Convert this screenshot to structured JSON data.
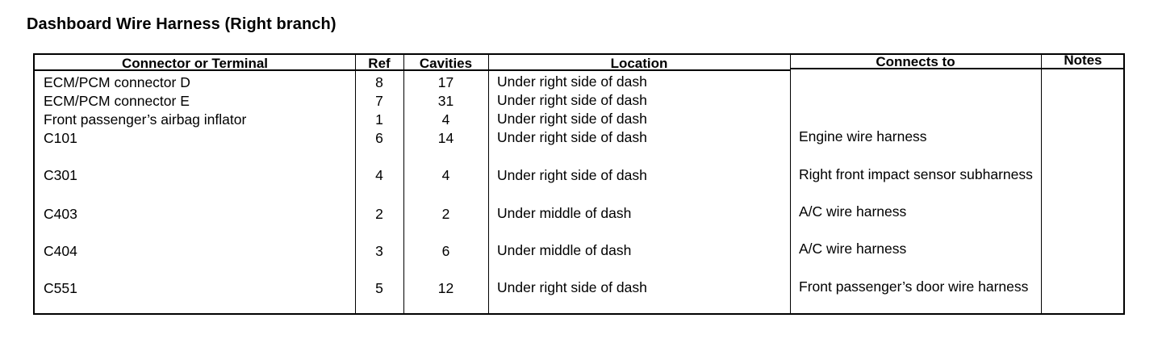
{
  "title": "Dashboard Wire Harness (Right branch)",
  "columns": {
    "connector": "Connector or Terminal",
    "ref": "Ref",
    "cavities": "Cavities",
    "location": "Location",
    "connects_to": "Connects to",
    "notes": "Notes"
  },
  "rows": [
    {
      "connector": "ECM/PCM connector D",
      "ref": "8",
      "cavities": "17",
      "location": "Under right side of dash",
      "connects_to": "",
      "notes": ""
    },
    {
      "connector": "ECM/PCM connector E",
      "ref": "7",
      "cavities": "31",
      "location": "Under right side of dash",
      "connects_to": "",
      "notes": ""
    },
    {
      "connector": "Front passenger’s airbag inflator",
      "ref": "1",
      "cavities": "4",
      "location": "Under right side of dash",
      "connects_to": "",
      "notes": ""
    },
    {
      "connector": "C101",
      "ref": "6",
      "cavities": "14",
      "location": "Under right side of dash",
      "connects_to": "Engine wire harness",
      "notes": ""
    },
    {
      "connector": "C301",
      "ref": "4",
      "cavities": "4",
      "location": "Under right side of dash",
      "connects_to": "Right front impact sensor subharness",
      "notes": ""
    },
    {
      "connector": "C403",
      "ref": "2",
      "cavities": "2",
      "location": "Under middle of dash",
      "connects_to": "A/C wire harness",
      "notes": ""
    },
    {
      "connector": "C404",
      "ref": "3",
      "cavities": "6",
      "location": "Under middle of dash",
      "connects_to": "A/C wire harness",
      "notes": ""
    },
    {
      "connector": "C551",
      "ref": "5",
      "cavities": "12",
      "location": "Under right side of dash",
      "connects_to": "Front passenger’s door wire harness",
      "notes": ""
    }
  ]
}
